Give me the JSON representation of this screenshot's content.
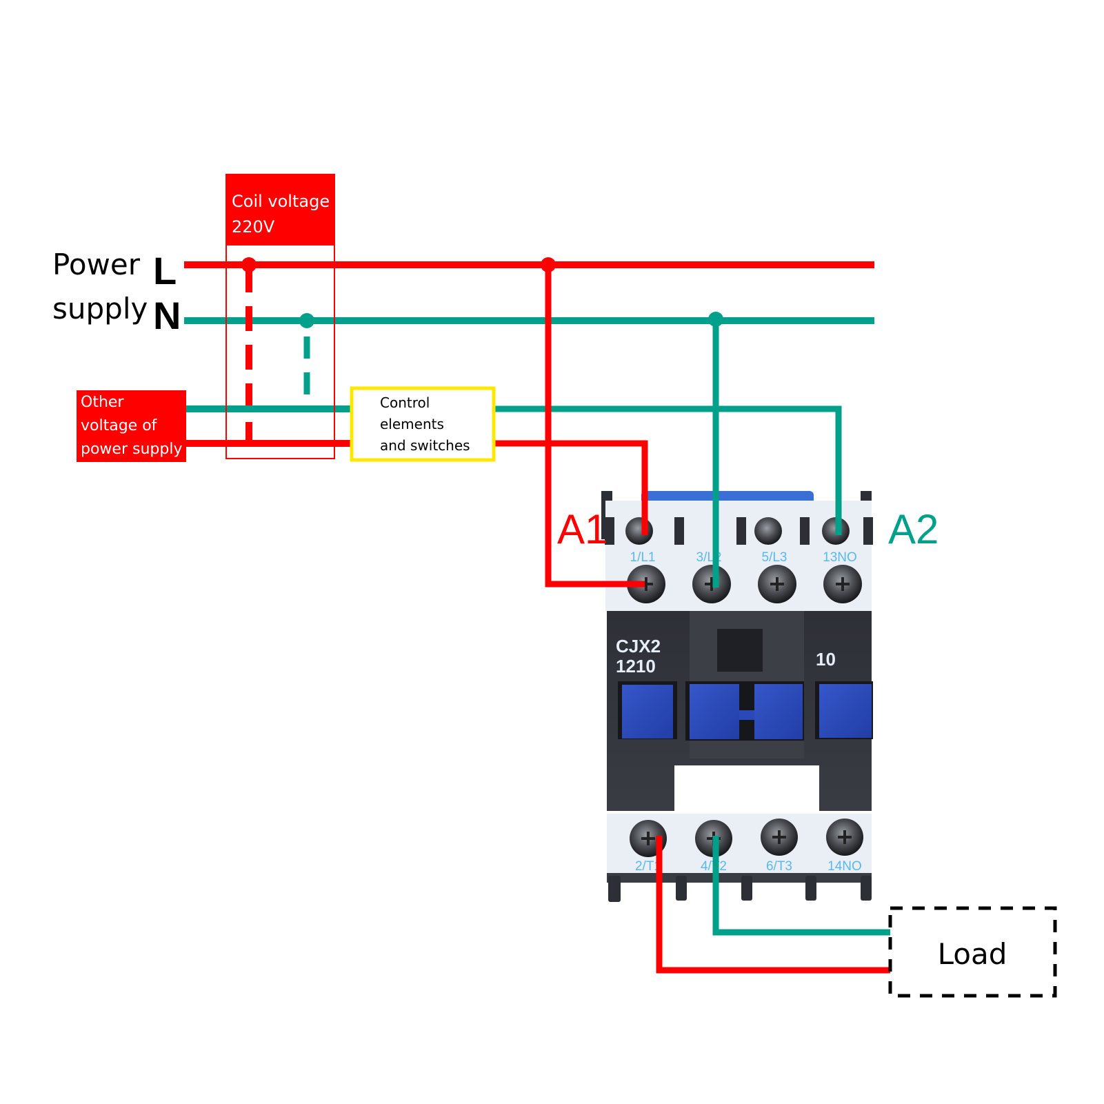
{
  "colors": {
    "live": "#ff0000",
    "neutral": "#00a08a",
    "control_box": "#ffe800",
    "label_red_bg": "#ff0000",
    "label_text_light": "#ffffff",
    "label_text_dark": "#000000",
    "terminal_label": "#5ab8ec",
    "body_dark": "#34363d",
    "body_light": "#e8eef4",
    "button_blue": "#2a48b8",
    "top_cover_blue": "#3a6fd6"
  },
  "labels": {
    "power_word": "Power",
    "supply_word": "supply",
    "line_L": "L",
    "line_N": "N",
    "coil_voltage_line1": "Coil voltage",
    "coil_voltage_line2": "220V",
    "other_voltage_line1": "Other",
    "other_voltage_line2": "voltage of",
    "other_voltage_line3": "power supply",
    "control_line1": "Control",
    "control_line2": "elements",
    "control_line3": "and switches",
    "coil_A1": "A1",
    "coil_A2": "A2",
    "load": "Load"
  },
  "contactor": {
    "model_line1": "CJX2",
    "model_line2": "1210",
    "contact_code": "10",
    "top_terminals": [
      "1/L1",
      "3/L2",
      "5/L3",
      "13NO"
    ],
    "bottom_terminals": [
      "2/T1",
      "4/T2",
      "6/T3",
      "14NO"
    ]
  }
}
